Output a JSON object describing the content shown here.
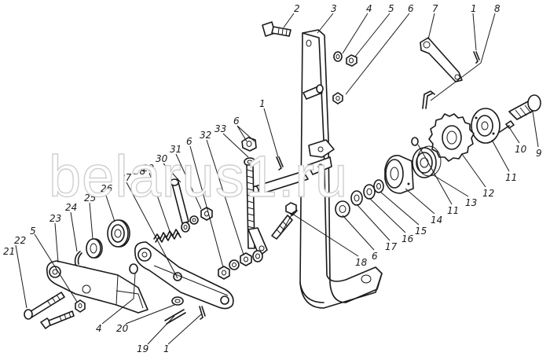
{
  "watermark": "belarus1.ru",
  "callouts": {
    "c1a": "1",
    "c1b": "1",
    "c1c": "1",
    "c2": "2",
    "c3": "3",
    "c4a": "4",
    "c4b": "4",
    "c5a": "5",
    "c5b": "5",
    "c6a": "6",
    "c6b": "6",
    "c6c": "6",
    "c6d": "6",
    "c7": "7",
    "c8": "8",
    "c9": "9",
    "c10": "10",
    "c11a": "11",
    "c11b": "11",
    "c12": "12",
    "c13": "13",
    "c14": "14",
    "c15": "15",
    "c16": "16",
    "c17": "17",
    "c18": "18",
    "c19": "19",
    "c20": "20",
    "c21": "21",
    "c22": "22",
    "c23": "23",
    "c24": "24",
    "c25": "25",
    "c26": "26",
    "c27": "27",
    "c28": "28",
    "c29": "29",
    "c30": "30",
    "c31": "31",
    "c32": "32",
    "c33": "33"
  }
}
